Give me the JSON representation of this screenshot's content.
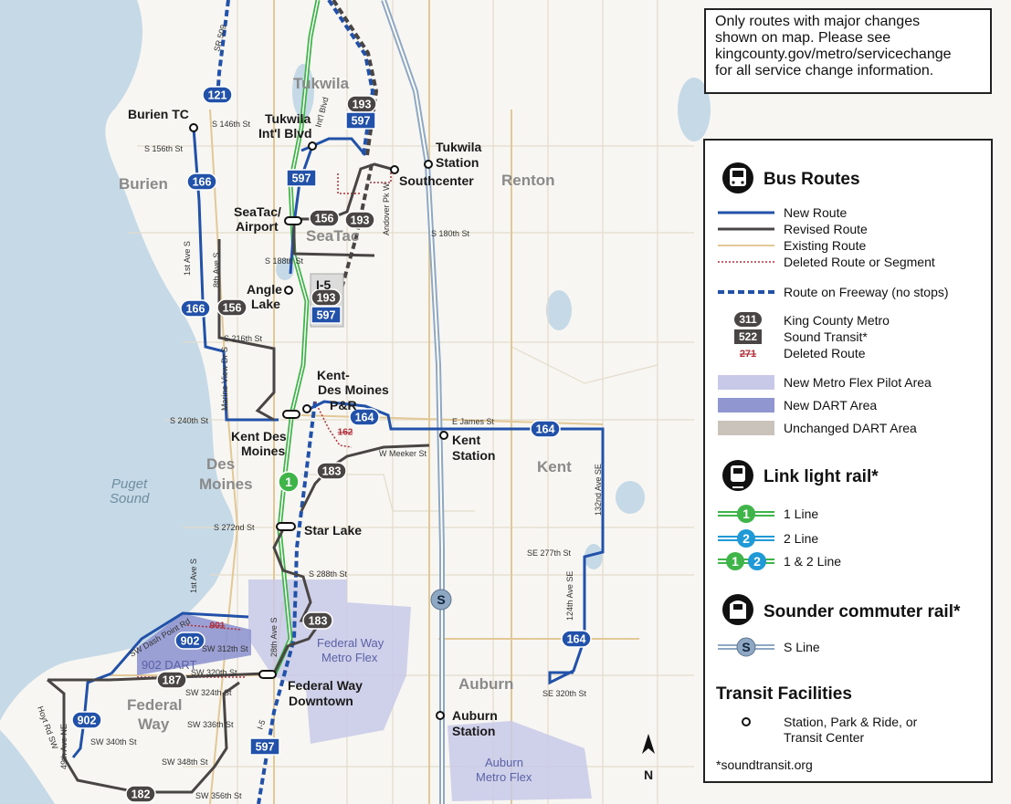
{
  "notice": {
    "lines": [
      "Only routes with major changes",
      "shown on map. Please see",
      "kingcounty.gov/metro/servicechange",
      "for all service change information."
    ]
  },
  "legend": {
    "bus_title": "Bus Routes",
    "line_types": [
      "New Route",
      "Revised Route",
      "Existing Route",
      "Deleted Route or Segment",
      "Route on Freeway (no stops)"
    ],
    "badges": [
      {
        "num": "311",
        "label": "King County Metro"
      },
      {
        "num": "522",
        "label": "Sound Transit*"
      },
      {
        "num": "271",
        "label": "Deleted Route"
      }
    ],
    "areas": [
      "New Metro Flex Pilot Area",
      "New DART Area",
      "Unchanged DART Area"
    ],
    "link_title": "Link light rail*",
    "link_lines": [
      {
        "num": "1",
        "label": "1 Line"
      },
      {
        "num": "2",
        "label": "2 Line"
      },
      {
        "num": "1&2",
        "label": "1 & 2 Line"
      }
    ],
    "sounder_title": "Sounder commuter rail*",
    "sounder_line": {
      "num": "S",
      "label": "S Line"
    },
    "facilities_title": "Transit Facilities",
    "facility_label": [
      "Station, Park & Ride, or",
      "Transit Center"
    ],
    "footnote": "*soundtransit.org"
  },
  "colors": {
    "new_route": "#2151a8",
    "revised_route": "#4a4545",
    "link_1": "#3fb549",
    "link_2": "#1f9ad6",
    "sounder": "#8ea8c3",
    "flex_area": "#b7b9e0",
    "dart_area": "#8f96d0",
    "water": "#c5d9e6"
  },
  "map": {
    "places": [
      "Burien TC",
      "Tukwila",
      "Int'l Blvd",
      "Tukwila",
      "Station",
      "Southcenter",
      "SeaTac/",
      "Airport",
      "Angle",
      "Lake",
      "Kent-",
      "Des Moines",
      "P&R",
      "Kent Des",
      "Moines",
      "Kent",
      "Station",
      "Star Lake",
      "Federal Way",
      "Downtown",
      "Auburn",
      "Station",
      "I-5"
    ],
    "areas": [
      "Burien",
      "Renton",
      "SeaTac",
      "Des",
      "Moines",
      "Kent",
      "Federal",
      "Way",
      "Auburn",
      "Tukwila"
    ],
    "water": [
      "Puget",
      "Sound"
    ],
    "flex": [
      "Federal Way",
      "Metro Flex",
      "Auburn",
      "Metro Flex"
    ],
    "dart_label": "902 DART",
    "streets": [
      "SR 509",
      "S 146th St",
      "S 156th St",
      "1st Ave S",
      "8th Ave S",
      "S 188th St",
      "Int'l Blvd",
      "Andover Pk W",
      "S 180th St",
      "S 216th St",
      "Marine View Dr S",
      "S 240th St",
      "E James St",
      "W Meeker St",
      "132nd Ave SE",
      "S 272nd St",
      "S 288th St",
      "SE 277th St",
      "124th Ave SE",
      "1st Ave S",
      "SW Dash Point Rd",
      "SW 312th St",
      "28th Ave S",
      "SW 320th St",
      "SW 324th St",
      "SE 320th St",
      "Hoyt Rd SW",
      "SW 336th St",
      "SW 340th St",
      "SW 348th St",
      "SW 356th St",
      "49th Ave NE",
      "I-5"
    ],
    "route_badges": [
      "121",
      "166",
      "166",
      "597",
      "193",
      "597",
      "156",
      "193",
      "156",
      "193",
      "597",
      "164",
      "164",
      "162",
      "183",
      "183",
      "164",
      "902",
      "902",
      "187",
      "182",
      "597",
      "901"
    ],
    "link_badge": "1",
    "sounder_badge": "S",
    "north": "N"
  }
}
